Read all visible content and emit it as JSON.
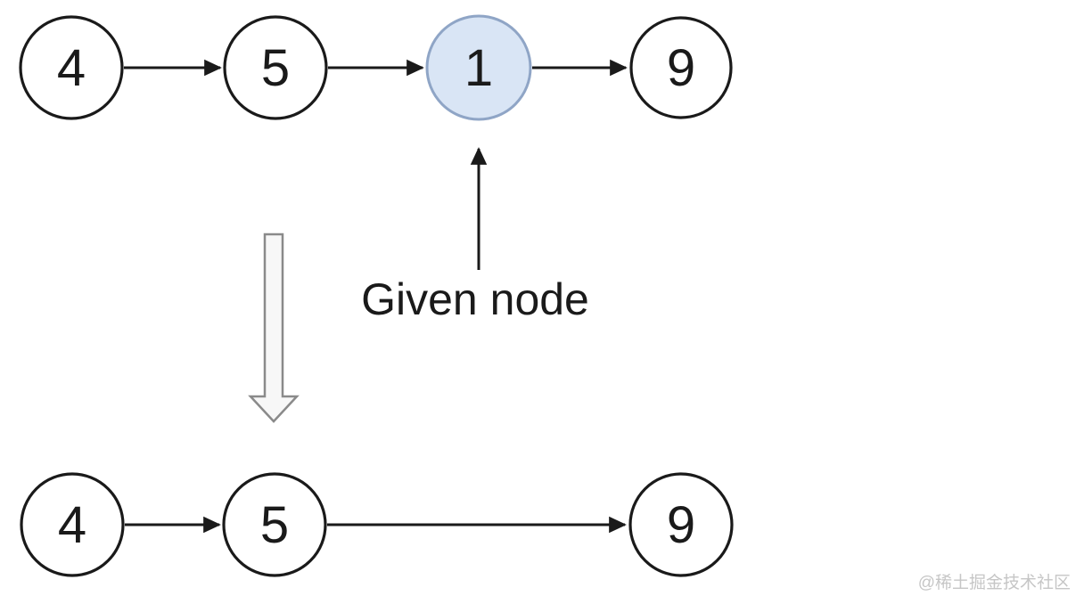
{
  "diagram": {
    "description": "Linked list delete-node illustration",
    "given_node_label": "Given node",
    "top_list": {
      "nodes": [
        {
          "value": "4",
          "highlighted": false
        },
        {
          "value": "5",
          "highlighted": false
        },
        {
          "value": "1",
          "highlighted": true
        },
        {
          "value": "9",
          "highlighted": false
        }
      ]
    },
    "bottom_list": {
      "nodes": [
        {
          "value": "4"
        },
        {
          "value": "5"
        },
        {
          "value": "9"
        }
      ]
    }
  },
  "colors": {
    "node_fill": "#ffffff",
    "node_stroke": "#1a1a1a",
    "highlight_fill": "#d9e5f5",
    "highlight_stroke": "#8fa5c6",
    "arrow_stroke": "#1a1a1a",
    "big_arrow_fill": "#f7f7f7",
    "big_arrow_stroke": "#8a8a8a",
    "node_text": "#1a1a1a",
    "label_text": "#1a1a1a",
    "watermark_text": "#c6c6c6"
  },
  "watermark": {
    "text": "@稀土掘金技术社区"
  }
}
